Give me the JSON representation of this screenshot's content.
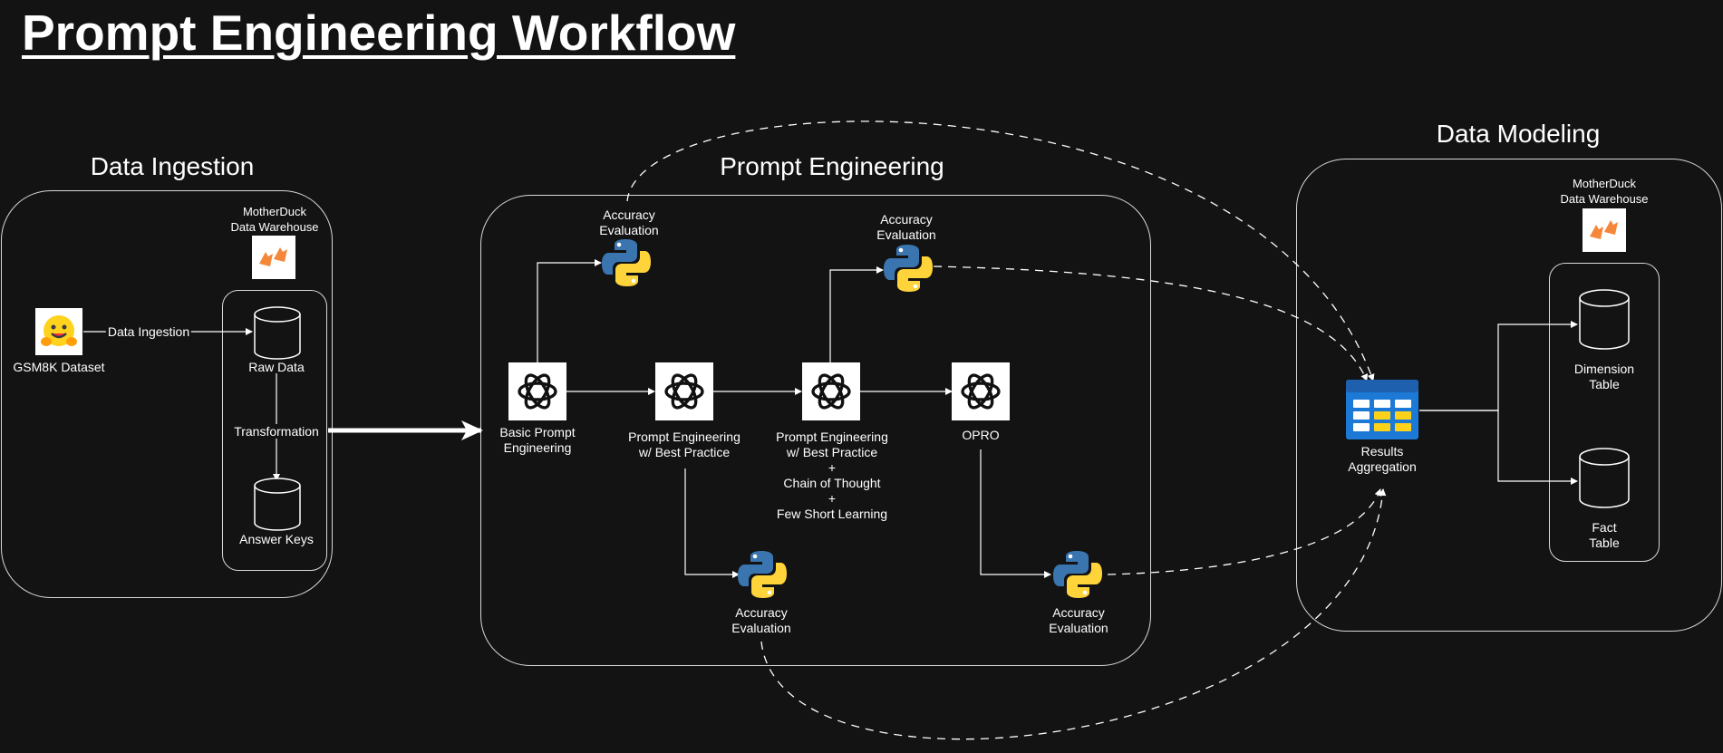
{
  "title": "Prompt Engineering Workflow",
  "sections": {
    "ingestion": "Data Ingestion",
    "prompt": "Prompt Engineering",
    "modeling": "Data Modeling"
  },
  "ingestion": {
    "warehouse": "MotherDuck\nData Warehouse",
    "dataset": "GSM8K Dataset",
    "edge_ingestion": "Data Ingestion",
    "raw_data": "Raw Data",
    "edge_transformation": "Transformation",
    "answer_keys": "Answer Keys"
  },
  "prompt": {
    "basic": "Basic Prompt\nEngineering",
    "best_practice": "Prompt Engineering\nw/ Best Practice",
    "cot": "Prompt Engineering\nw/ Best Practice\n+\nChain of Thought\n+\nFew Short Learning",
    "opro": "OPRO",
    "eval_1": "Accuracy\nEvaluation",
    "eval_2": "Accuracy\nEvaluation",
    "eval_3": "Accuracy\nEvaluation",
    "eval_4": "Accuracy\nEvaluation"
  },
  "modeling": {
    "warehouse": "MotherDuck\nData Warehouse",
    "results": "Results\nAggregation",
    "dimension": "Dimension\nTable",
    "fact": "Fact\nTable"
  },
  "icons": {
    "dataset": "huggingface-icon",
    "warehouse": "motherduck-icon",
    "database": "database-cylinder-icon",
    "llm": "openai-icon",
    "eval": "python-icon",
    "results": "table-grid-icon"
  },
  "colors": {
    "background": "#131313",
    "line": "#ffffff",
    "python_blue": "#3a75b0",
    "python_yellow": "#ffd43b",
    "duck_orange": "#f4873a",
    "grid_blue": "#1d79d6",
    "grid_yellow": "#ffd21a"
  }
}
